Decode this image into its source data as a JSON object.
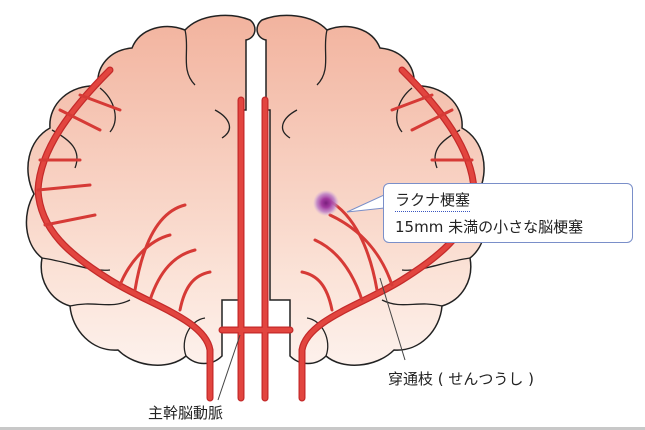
{
  "title": "ラクナ梗塞の図",
  "callout": {
    "term": "ラクナ梗塞",
    "definition": "15mm 未満の小さな脳梗塞"
  },
  "labels": {
    "perforating_branch": "穿通枝 ( せんつうし )",
    "main_artery": "主幹脳動脈"
  },
  "colors": {
    "artery": "#e2453f",
    "brain_top": "#f3b7a2",
    "brain_bottom": "#fdeee7",
    "infarct": "#8b2a8c",
    "callout_border": "#7a8fc9"
  }
}
